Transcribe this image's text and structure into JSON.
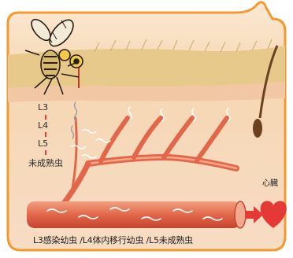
{
  "stages": {
    "l3": "L3",
    "l4": "L4",
    "l5": "L5",
    "adult_immature": "未成熟虫"
  },
  "heart_label": "心臓",
  "caption": "L3感染幼虫 /L4体内移行幼虫 /L5未成熟虫",
  "colors": {
    "frame": "#f29a2e",
    "skin_upper": "#e7c98c",
    "skin_lower": "#f7d6b8",
    "vessel": "#e2674a",
    "heart": "#e53935",
    "arrow": "#e53935"
  },
  "icons": [
    "mosquito-icon",
    "hair-follicle-icon",
    "heart-icon",
    "arrow-right-icon"
  ]
}
